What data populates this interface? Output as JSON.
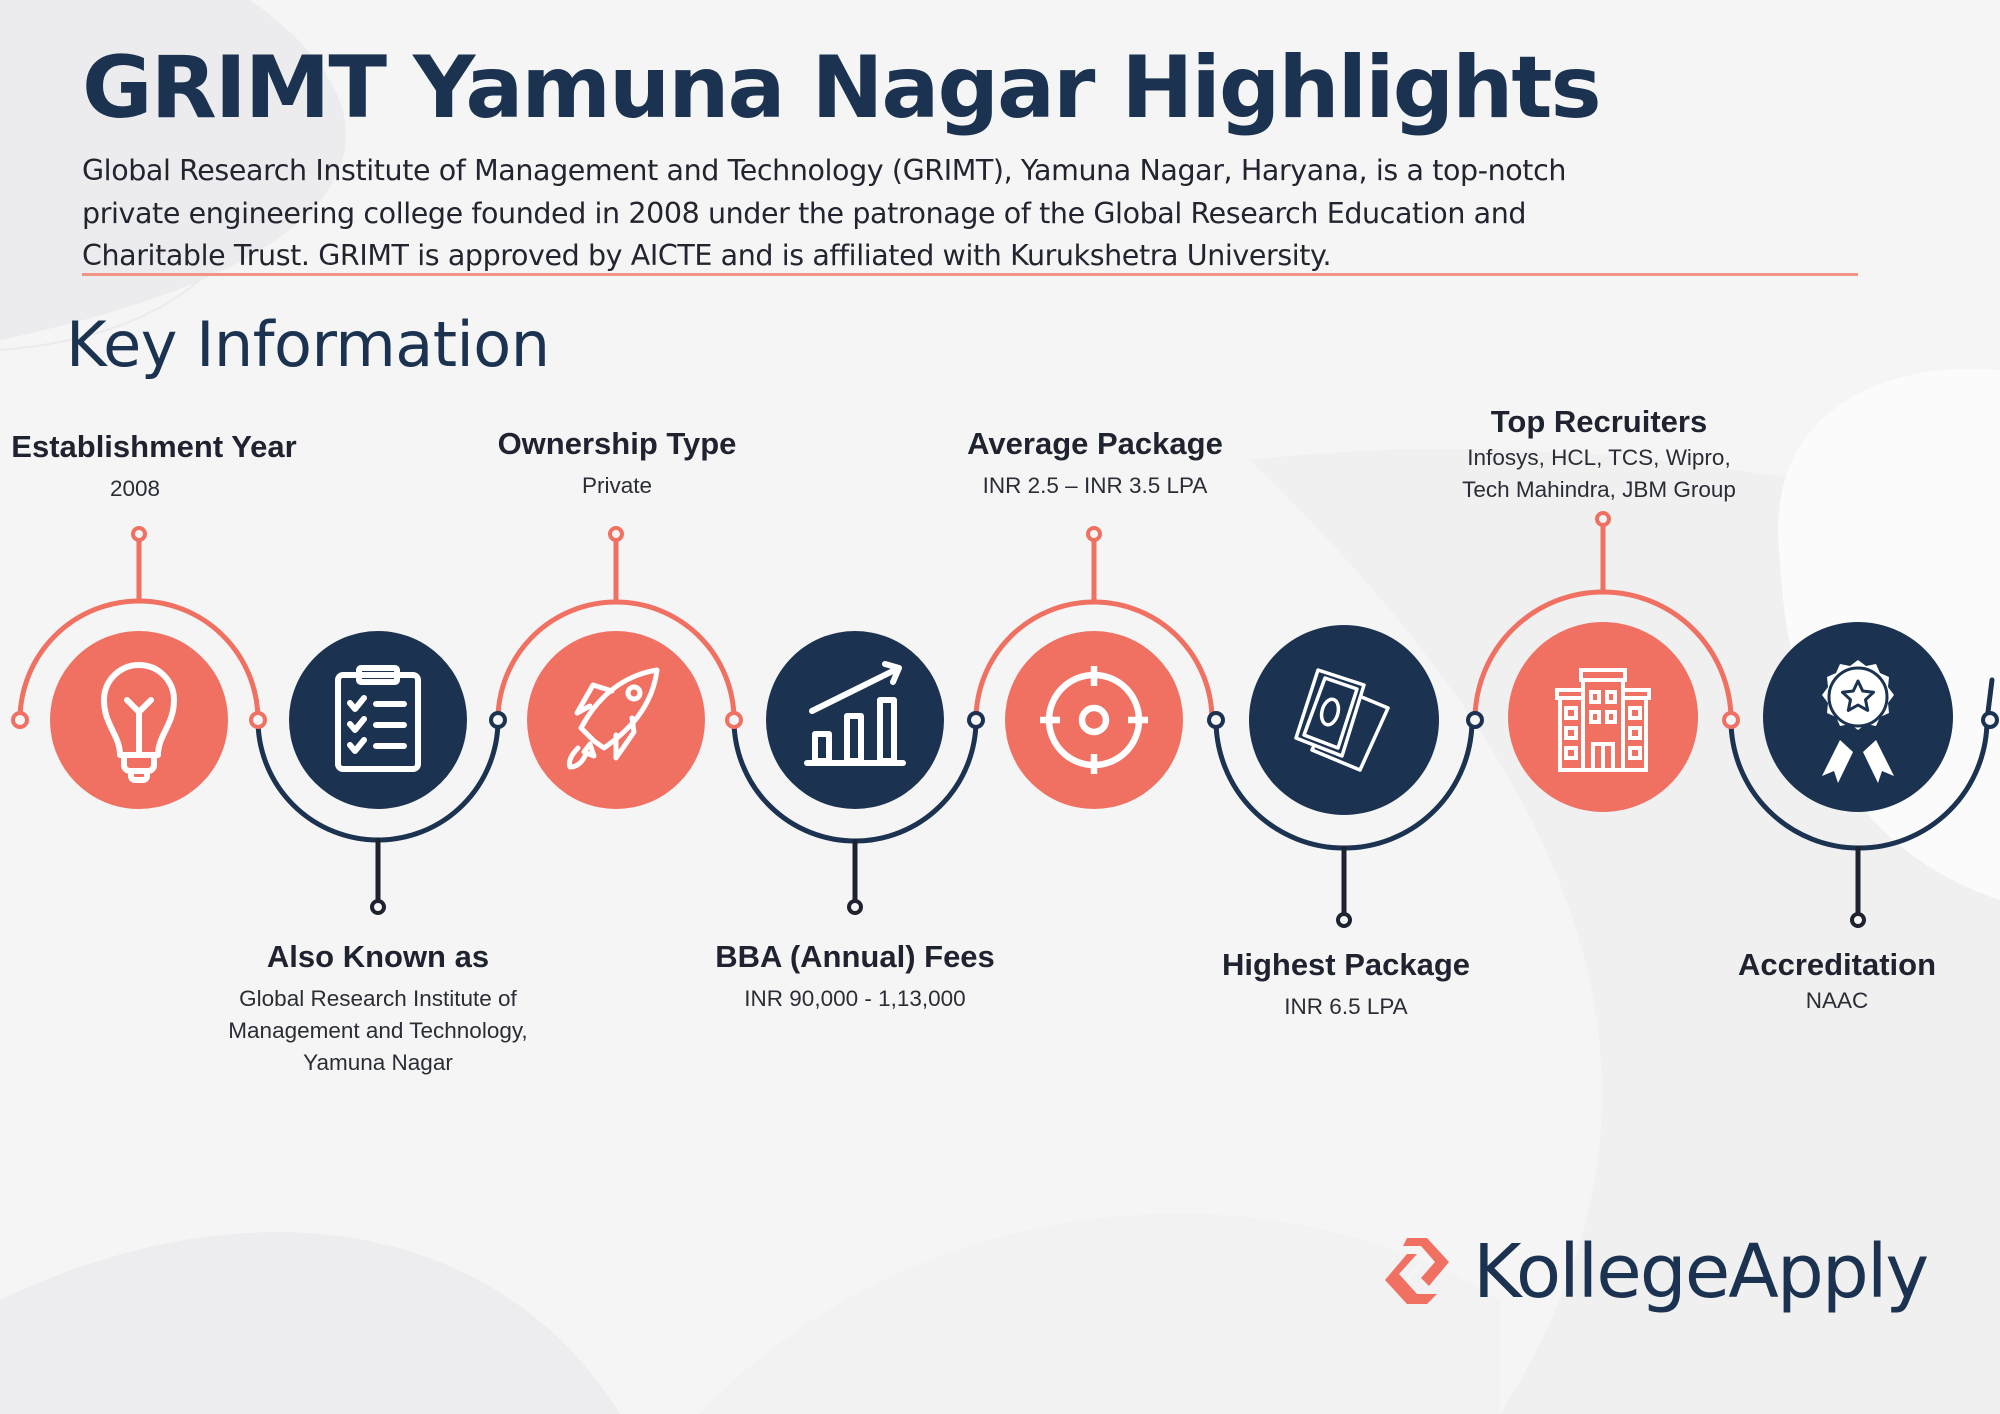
{
  "header": {
    "title": "GRIMT Yamuna Nagar Highlights",
    "intro_lines": [
      "Global Research Institute of Management and Technology (GRIMT), Yamuna Nagar, Haryana, is a top-notch",
      "private engineering college founded in 2008 under the patronage of the Global Research Education and",
      "Charitable Trust. GRIMT is approved by AICTE and is affiliated with Kurukshetra University."
    ]
  },
  "section": {
    "title": "Key Information"
  },
  "colors": {
    "coral": "#F07062",
    "navy": "#1B3350",
    "text": "#1F2330",
    "background": "#F5F5F6"
  },
  "items": [
    {
      "title": "Establishment Year",
      "value": "2008",
      "icon": "lightbulb-icon",
      "color": "coral",
      "position": "top"
    },
    {
      "title": "Also Known as",
      "value_lines": [
        "Global Research Institute of",
        "Management and Technology,",
        "Yamuna Nagar"
      ],
      "icon": "clipboard-checklist-icon",
      "color": "navy",
      "position": "bottom"
    },
    {
      "title": "Ownership Type",
      "value": "Private",
      "icon": "rocket-icon",
      "color": "coral",
      "position": "top"
    },
    {
      "title": "BBA (Annual) Fees",
      "value": "INR 90,000 - 1,13,000",
      "icon": "growth-chart-icon",
      "color": "navy",
      "position": "bottom"
    },
    {
      "title": "Average Package",
      "value": "INR 2.5 – INR 3.5 LPA",
      "icon": "target-icon",
      "color": "coral",
      "position": "top"
    },
    {
      "title": "Highest Package",
      "value": "INR 6.5 LPA",
      "icon": "money-notes-icon",
      "color": "navy",
      "position": "bottom"
    },
    {
      "title": "Top Recruiters",
      "value_lines": [
        "Infosys, HCL, TCS, Wipro,",
        "Tech Mahindra, JBM Group"
      ],
      "icon": "building-icon",
      "color": "coral",
      "position": "top"
    },
    {
      "title": "Accreditation",
      "value": "NAAC",
      "icon": "award-badge-icon",
      "color": "navy",
      "position": "bottom"
    }
  ],
  "brand": {
    "name": "KollegeApply"
  }
}
